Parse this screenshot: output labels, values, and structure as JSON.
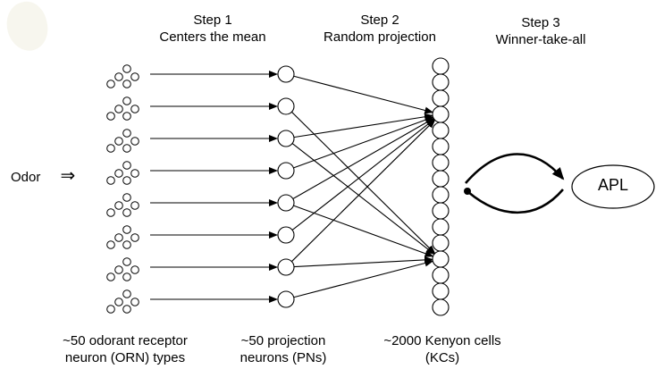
{
  "steps": [
    {
      "title": "Step 1",
      "subtitle": "Centers the mean"
    },
    {
      "title": "Step 2",
      "subtitle": "Random projection"
    },
    {
      "title": "Step 3",
      "subtitle": "Winner-take-all"
    }
  ],
  "input": {
    "label": "Odor",
    "arrow_glyph": "⇒"
  },
  "captions": {
    "orn": [
      "~50 odorant receptor",
      "neuron (ORN) types"
    ],
    "pn": [
      "~50 projection",
      "neurons (PNs)"
    ],
    "kc": [
      "~2000 Kenyon cells",
      "(KCs)"
    ]
  },
  "apl": {
    "label": "APL"
  },
  "network": {
    "orn_groups": 8,
    "orn_circles_per_group": 5,
    "pn_count": 8,
    "kc_count": 16,
    "kc_targets": [
      3,
      12
    ],
    "pn_to_kc": [
      {
        "pn": 0,
        "kc": 3
      },
      {
        "pn": 1,
        "kc": 12
      },
      {
        "pn": 2,
        "kc": 3
      },
      {
        "pn": 2,
        "kc": 12
      },
      {
        "pn": 3,
        "kc": 3
      },
      {
        "pn": 4,
        "kc": 3
      },
      {
        "pn": 4,
        "kc": 12
      },
      {
        "pn": 5,
        "kc": 3
      },
      {
        "pn": 6,
        "kc": 3
      },
      {
        "pn": 6,
        "kc": 12
      },
      {
        "pn": 7,
        "kc": 12
      }
    ]
  }
}
